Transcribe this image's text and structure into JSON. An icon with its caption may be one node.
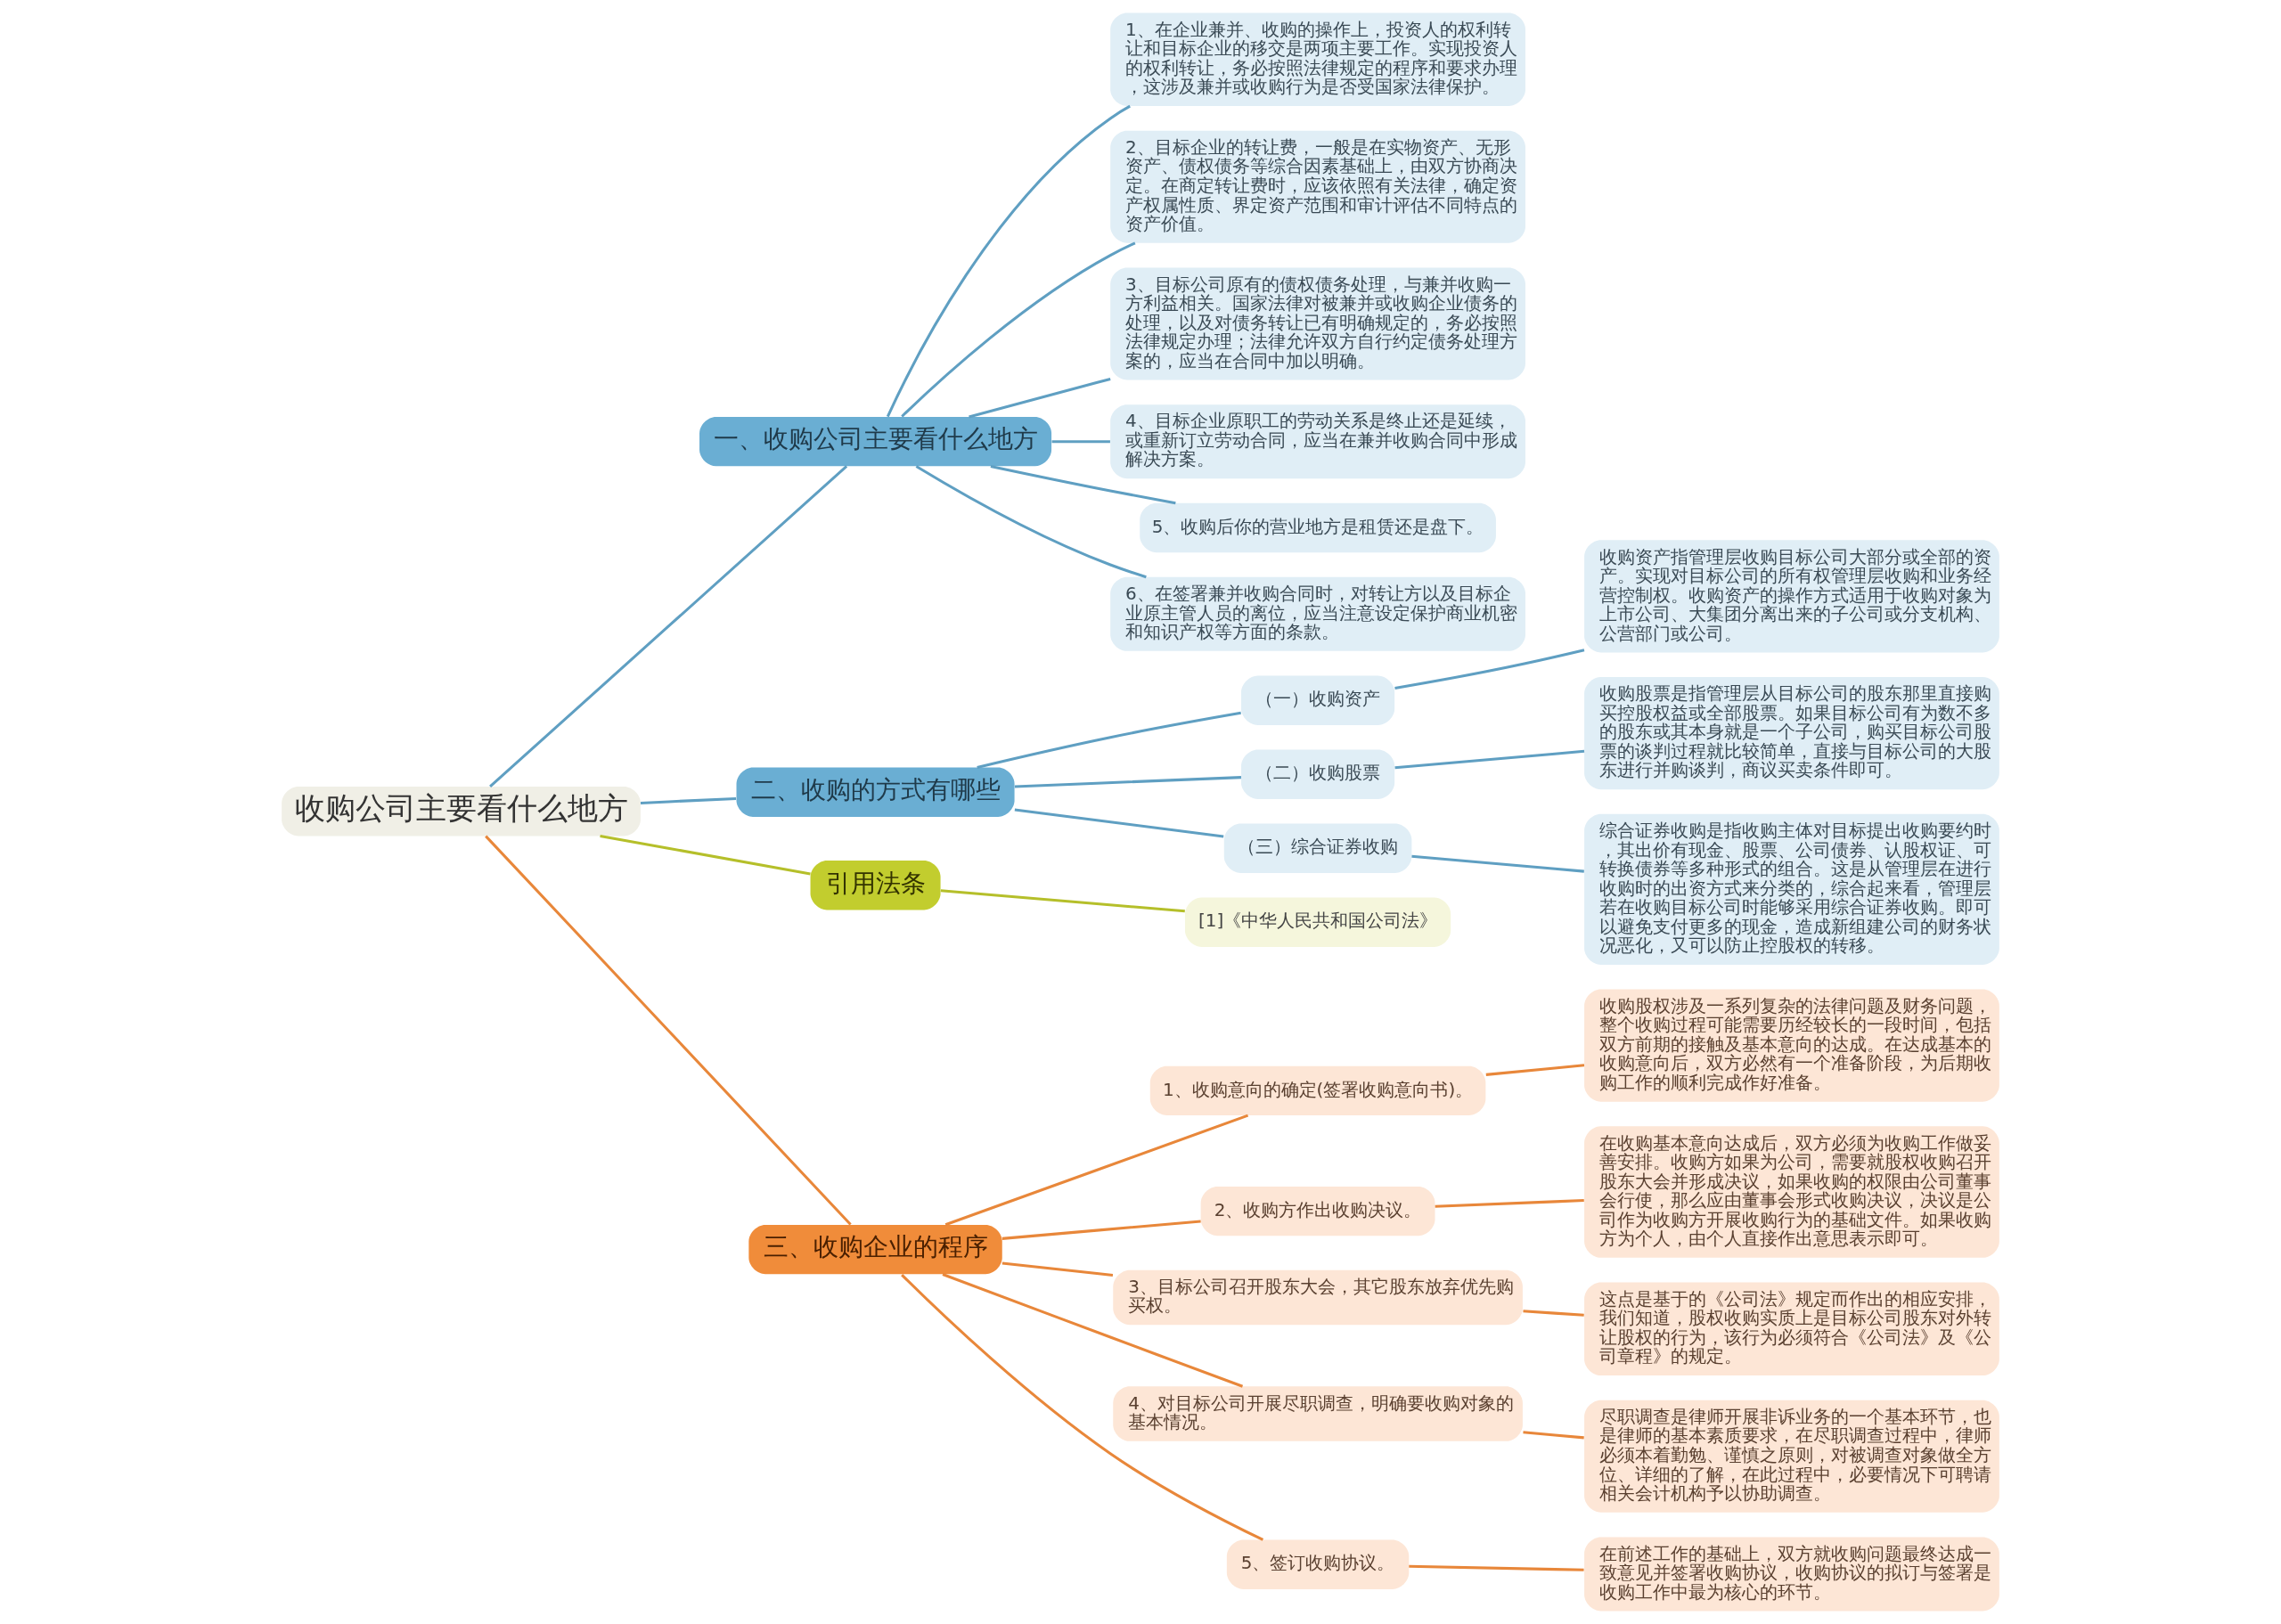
{
  "diagram": {
    "nodes": [
      {
        "text": [
          "收购公司主要看什么地方"
        ]
      },
      {
        "text": [
          "一、收购公司主要看什么地方"
        ]
      },
      {
        "text": [
          "1、在企业兼并、收购的操作上，投资人的权利转让和目标企业的移交是两项主要工作。实现投资人的权利转让，务必按照法律规定的程序和要求办理，这涉及兼并或收购行为是否受国家法律保护。"
        ]
      },
      {
        "text": [
          "2、目标企业的转让费，一般是在实物资产、无形资产、债权债务等综合因素基础上，由双方协商决定。在商定转让费时，应该依照有关法律，确定资产权属性质、界定资产范围和审计评估不同特点的资产价值。"
        ]
      },
      {
        "text": [
          "3、目标公司原有的债权债务处理，与兼并收购一方利益相关。国家法律对被兼并或收购企业债务的处理，以及对债务转让已有明确规定的，务必按照法律规定办理；法律允许双方自行约定债务处理方案的，应当在合同中加以明确。"
        ]
      },
      {
        "text": [
          "4、目标企业原职工的劳动关系是终止还是延续，或重新订立劳动合同，应当在兼并收购合同中形成解决方案。"
        ]
      },
      {
        "text": [
          "5、收购后你的营业地方是租赁还是盘下。"
        ]
      },
      {
        "text": [
          "6、在签署兼并收购合同时，对转让方以及目标企业原主管人员的离位，应当注意设定保护商业机密和知识产权等方面的条款。"
        ]
      },
      {
        "text": [
          "二、收购的方式有哪些"
        ]
      },
      {
        "text": [
          "（一）收购资产"
        ]
      },
      {
        "text": [
          "收购资产指管理层收购目标公司大部分或全部的资产。实现对目标公司的所有权管理层收购和业务经营控制权。收购资产的操作方式适用于收购对象为上市公司、大集团分离出来的子公司或分支机构、公营部门或公司。"
        ]
      },
      {
        "text": [
          "（二）收购股票"
        ]
      },
      {
        "text": [
          "收购股票是指管理层从目标公司的股东那里直接购买控股权益或全部股票。如果目标公司有为数不多的股东或其本身就是一个子公司，购买目标公司股票的谈判过程就比较简单，直接与目标公司的大股东进行并购谈判，商议买卖条件即可。"
        ]
      },
      {
        "text": [
          "（三）综合证券收购"
        ]
      },
      {
        "text": [
          "综合证券收购是指收购主体对目标提出收购要约时，其出价有现金、股票、公司债券、认股权证、可转换债券等多种形式的组合。这是从管理层在进行收购时的出资方式来分类的，综合起来看，管理层若在收购目标公司时能够采用综合证券收购。即可以避免支付更多的现金，造成新组建公司的财务状况恶化，又可以防止控股权的转移。"
        ]
      },
      {
        "text": [
          "引用法条"
        ]
      },
      {
        "text": [
          "[1]《中华人民共和国公司法》"
        ]
      },
      {
        "text": [
          "三、收购企业的程序"
        ]
      },
      {
        "text": [
          "1、收购意向的确定(签署收购意向书)。"
        ]
      },
      {
        "text": [
          "收购股权涉及一系列复杂的法律问题及财务问题，整个收购过程可能需要历经较长的一段时间，包括双方前期的接触及基本意向的达成。在达成基本的收购意向后，双方必然有一个准备阶段，为后期收购工作的顺利完成作好准备。"
        ]
      },
      {
        "text": [
          "2、收购方作出收购决议。"
        ]
      },
      {
        "text": [
          "在收购基本意向达成后，双方必须为收购工作做妥善安排。收购方如果为公司，需要就股权收购召开股东大会并形成决议，如果收购的权限由公司董事会行使，那么应由董事会形式收购决议，决议是公司作为收购方开展收购行为的基础文件。如果收购方为个人，由个人直接作出意思表示即可。"
        ]
      },
      {
        "text": [
          "3、目标公司召开股东大会，其它股东放弃优先购买权。"
        ]
      },
      {
        "text": [
          "这点是基于的《公司法》规定而作出的相应安排，我们知道，股权收购实质上是目标公司股东对外转让股权的行为，该行为必须符合《公司法》及《公司章程》的规定。"
        ]
      },
      {
        "text": [
          "4、对目标公司开展尽职调查，明确要收购对象的基本情况。"
        ]
      },
      {
        "text": [
          "尽职调查是律师开展非诉业务的一个基本环节，也是律师的基本素质要求，在尽职调查过程中，律师必须本着勤勉、谨慎之原则，对被调查对象做全方位、详细的了解，在此过程中，必要情况下可聘请相关会计机构予以协助调查。"
        ]
      },
      {
        "text": [
          "5、签订收购协议。"
        ]
      },
      {
        "text": [
          "在前述工作的基础上，双方就收购问题最终达成一致意见并签署收购协议，收购协议的拟订与签署是收购工作中最为核心的环节。"
        ]
      }
    ],
    "edges": [
      {
        "from": 0,
        "to": 1,
        "arrow": "none"
      },
      {
        "from": 1,
        "to": 2,
        "arrow": "none"
      },
      {
        "from": 1,
        "to": 3,
        "arrow": "none"
      },
      {
        "from": 1,
        "to": 4,
        "arrow": "none"
      },
      {
        "from": 1,
        "to": 5,
        "arrow": "none"
      },
      {
        "from": 1,
        "to": 6,
        "arrow": "none"
      },
      {
        "from": 1,
        "to": 7,
        "arrow": "none"
      },
      {
        "from": 0,
        "to": 8,
        "arrow": "none"
      },
      {
        "from": 8,
        "to": 9,
        "arrow": "none"
      },
      {
        "from": 9,
        "to": 10,
        "arrow": "none"
      },
      {
        "from": 8,
        "to": 11,
        "arrow": "none"
      },
      {
        "from": 11,
        "to": 12,
        "arrow": "none"
      },
      {
        "from": 8,
        "to": 13,
        "arrow": "none"
      },
      {
        "from": 13,
        "to": 14,
        "arrow": "none"
      },
      {
        "from": 0,
        "to": 15,
        "arrow": "none",
        "color": "#b5bf2a"
      },
      {
        "from": 15,
        "to": 16,
        "arrow": "none",
        "color": "#b5bf2a"
      },
      {
        "from": 0,
        "to": 17,
        "arrow": "none",
        "color": "#e8873a"
      },
      {
        "from": 17,
        "to": 18,
        "arrow": "none",
        "color": "#e8873a"
      },
      {
        "from": 18,
        "to": 19,
        "arrow": "none",
        "color": "#e8873a"
      },
      {
        "from": 17,
        "to": 20,
        "arrow": "none",
        "color": "#e8873a"
      },
      {
        "from": 20,
        "to": 21,
        "arrow": "none",
        "color": "#e8873a"
      },
      {
        "from": 17,
        "to": 22,
        "arrow": "none",
        "color": "#e8873a"
      },
      {
        "from": 22,
        "to": 23,
        "arrow": "none",
        "color": "#e8873a"
      },
      {
        "from": 17,
        "to": 24,
        "arrow": "none",
        "color": "#e8873a"
      },
      {
        "from": 24,
        "to": 25,
        "arrow": "none",
        "color": "#e8873a"
      },
      {
        "from": 17,
        "to": 26,
        "arrow": "none",
        "color": "#e8873a"
      },
      {
        "from": 26,
        "to": 27,
        "arrow": "none",
        "color": "#e8873a"
      }
    ]
  }
}
